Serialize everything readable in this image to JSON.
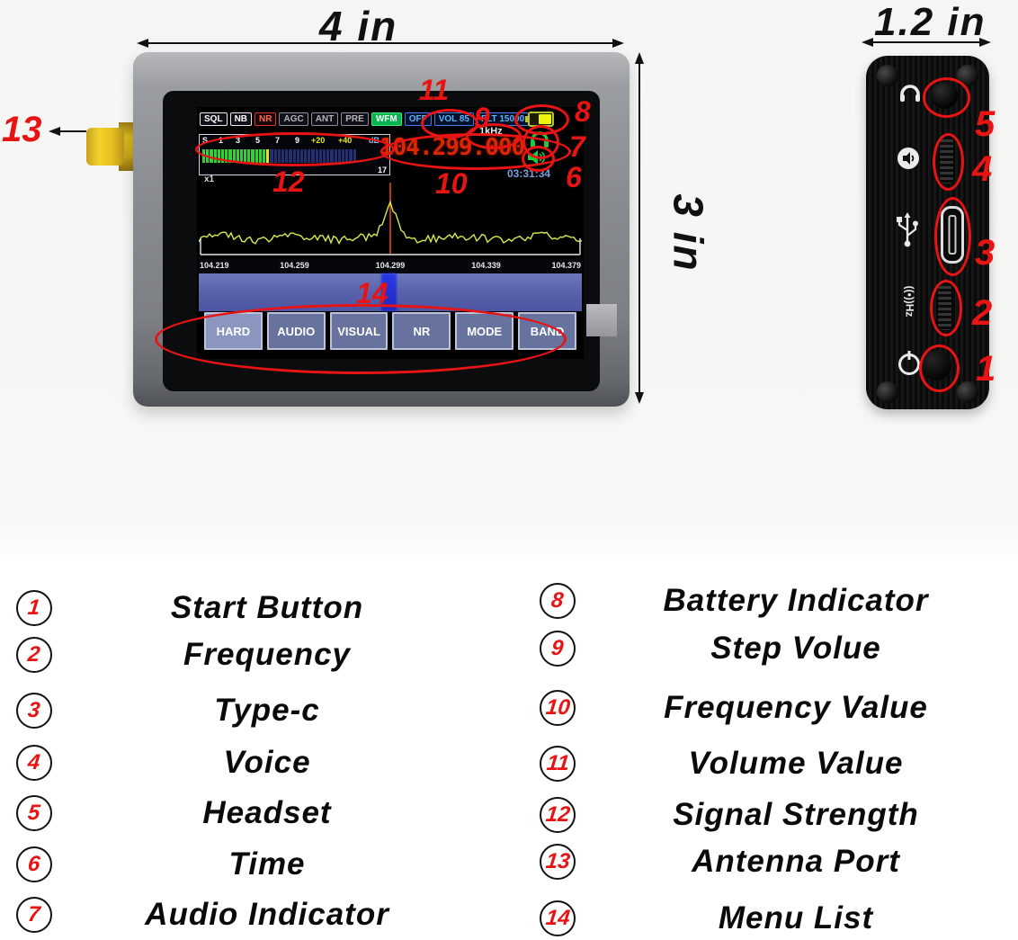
{
  "dimensions": {
    "device_width": "4 in",
    "device_height": "3 in",
    "panel_width": "1.2 in"
  },
  "screen": {
    "toolbar": [
      {
        "label": "SQL"
      },
      {
        "label": "NB"
      },
      {
        "label": "NR"
      },
      {
        "label": "AGC"
      },
      {
        "label": "ANT"
      },
      {
        "label": "PRE"
      },
      {
        "label": "WFM"
      },
      {
        "label": "OFF"
      },
      {
        "label": "VOL 85"
      },
      {
        "label": "FLT 15000"
      }
    ],
    "smeter": {
      "scale": [
        "S",
        "1",
        "3",
        "5",
        "7",
        "9",
        "+20",
        "+40",
        "dB"
      ],
      "value_label": "17"
    },
    "frequency": "104.299.000",
    "step": "1kHz",
    "time": "03:31:34",
    "zoom": "x1",
    "scale_labels": [
      "104.219",
      "104.259",
      "104.299",
      "104.339",
      "104.379"
    ],
    "menu": [
      "HARD",
      "AUDIO",
      "VISUAL",
      "NR",
      "MODE",
      "BAND"
    ]
  },
  "icons": {
    "battery": "battery-icon",
    "headphones": "headphone-icon",
    "speaker": "speaker-icon",
    "headset_jack": "headset-jack",
    "volume_wheel": "volume-wheel",
    "type_c_port": "type-c-port",
    "tuning_wheel": "tuning-wheel",
    "power_button": "power-button",
    "usb": "usb-icon",
    "hz": "hz-icon",
    "antenna": "antenna-port"
  },
  "colors": {
    "annotation_red": "#e81414",
    "freq_red": "#dc2602",
    "green_icon": "#1fc93c",
    "menu_blue": "#67729f",
    "waterfall_blue": "#555fa9"
  },
  "legend": {
    "left": [
      {
        "num": "1",
        "label": "Start Button"
      },
      {
        "num": "2",
        "label": "Frequency"
      },
      {
        "num": "3",
        "label": "Type-c"
      },
      {
        "num": "4",
        "label": "Voice"
      },
      {
        "num": "5",
        "label": "Headset"
      },
      {
        "num": "6",
        "label": "Time"
      },
      {
        "num": "7",
        "label": "Audio Indicator"
      }
    ],
    "right": [
      {
        "num": "8",
        "label": "Battery Indicator"
      },
      {
        "num": "9",
        "label": "Step Volue"
      },
      {
        "num": "10",
        "label": "Frequency Value"
      },
      {
        "num": "11",
        "label": "Volume Value"
      },
      {
        "num": "12",
        "label": "Signal Strength"
      },
      {
        "num": "13",
        "label": "Antenna Port"
      },
      {
        "num": "14",
        "label": "Menu List"
      }
    ]
  }
}
